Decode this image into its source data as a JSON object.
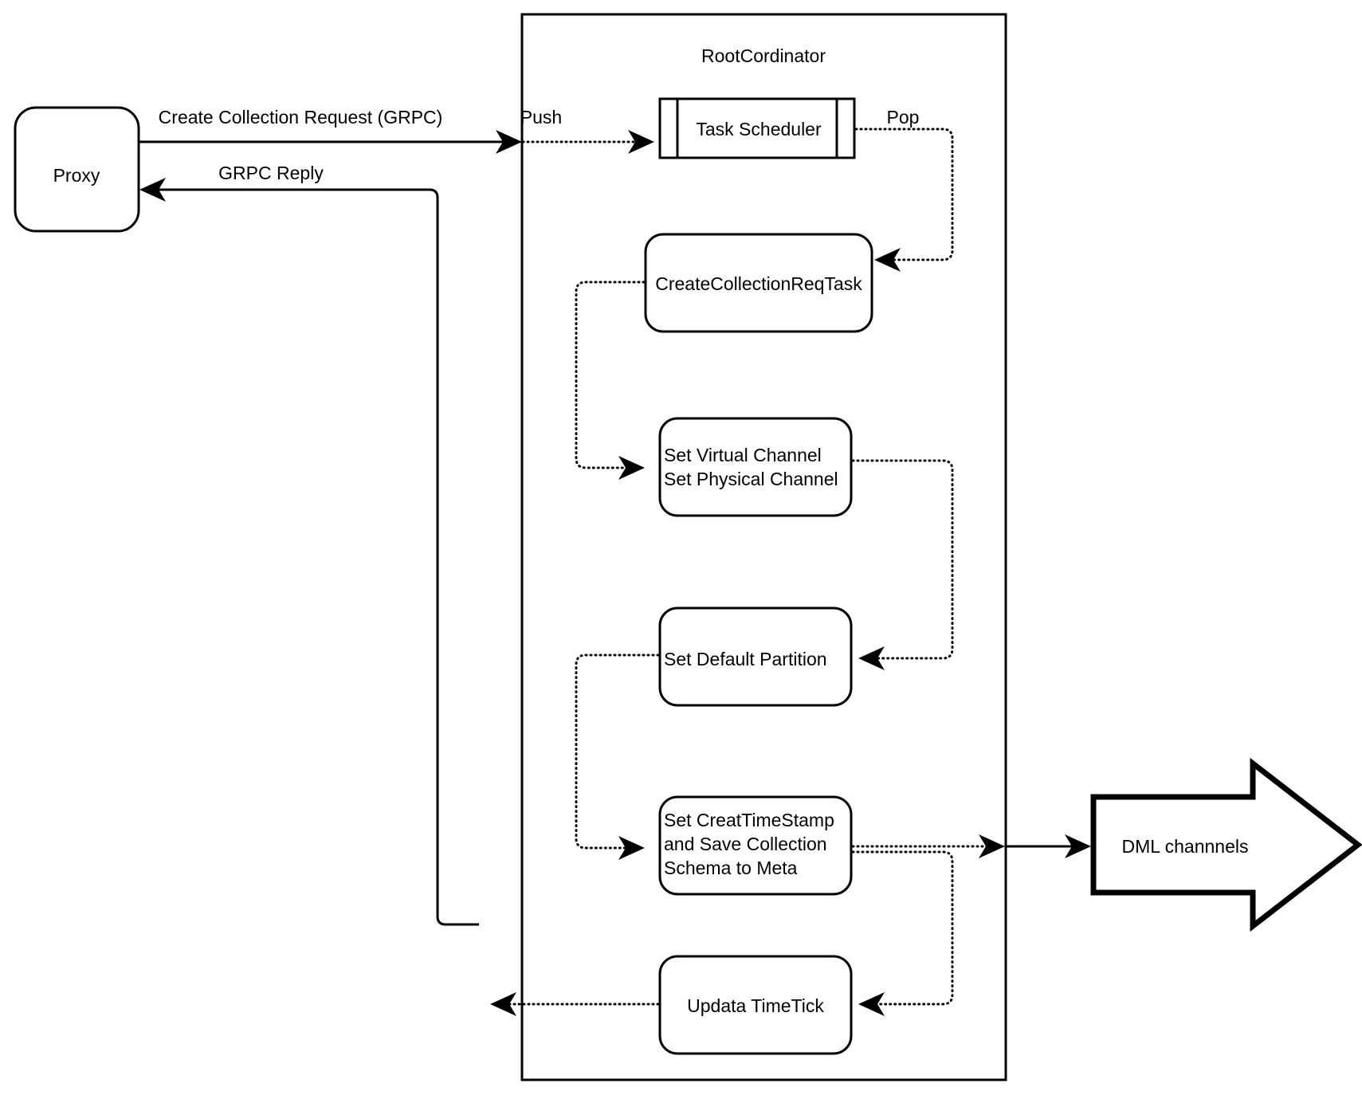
{
  "diagram": {
    "title_visible": false,
    "container": {
      "label": "RootCordinator",
      "name": "rootcordinator-container"
    },
    "external_nodes": [
      {
        "id": "proxy",
        "label": "Proxy",
        "shape": "rounded-rect"
      },
      {
        "id": "dml-channels",
        "label": "DML channnels",
        "shape": "arrow-right"
      }
    ],
    "internal_nodes": [
      {
        "id": "task-scheduler",
        "label": "Task Scheduler",
        "shape": "queue"
      },
      {
        "id": "create-collection-req-task",
        "label": "CreateCollectionReqTask",
        "shape": "rounded-rect"
      },
      {
        "id": "set-channels",
        "label": "Set Virtual Channel\nSet Physical Channel",
        "lines": [
          "Set Virtual Channel",
          "Set Physical Channel"
        ],
        "shape": "rounded-rect"
      },
      {
        "id": "set-default-partition",
        "label": "Set Default Partition",
        "lines": [
          "Set Default Partition"
        ],
        "shape": "rounded-rect"
      },
      {
        "id": "set-create-timestamp",
        "label": "Set CreatTimeStamp and Save Collection Schema to Meta",
        "lines": [
          "Set CreatTimeStamp",
          "and Save Collection",
          "Schema to Meta"
        ],
        "shape": "rounded-rect"
      },
      {
        "id": "update-timetick",
        "label": "Updata TimeTick",
        "shape": "rounded-rect"
      }
    ],
    "edge_labels": [
      {
        "id": "create-collection-request",
        "label": "Create Collection Request (GRPC)"
      },
      {
        "id": "grpc-reply",
        "label": "GRPC Reply"
      },
      {
        "id": "push",
        "label": "Push"
      },
      {
        "id": "pop",
        "label": "Pop"
      }
    ],
    "colors": {
      "stroke": "#000000",
      "fill": "#ffffff",
      "text": "#000000"
    }
  }
}
